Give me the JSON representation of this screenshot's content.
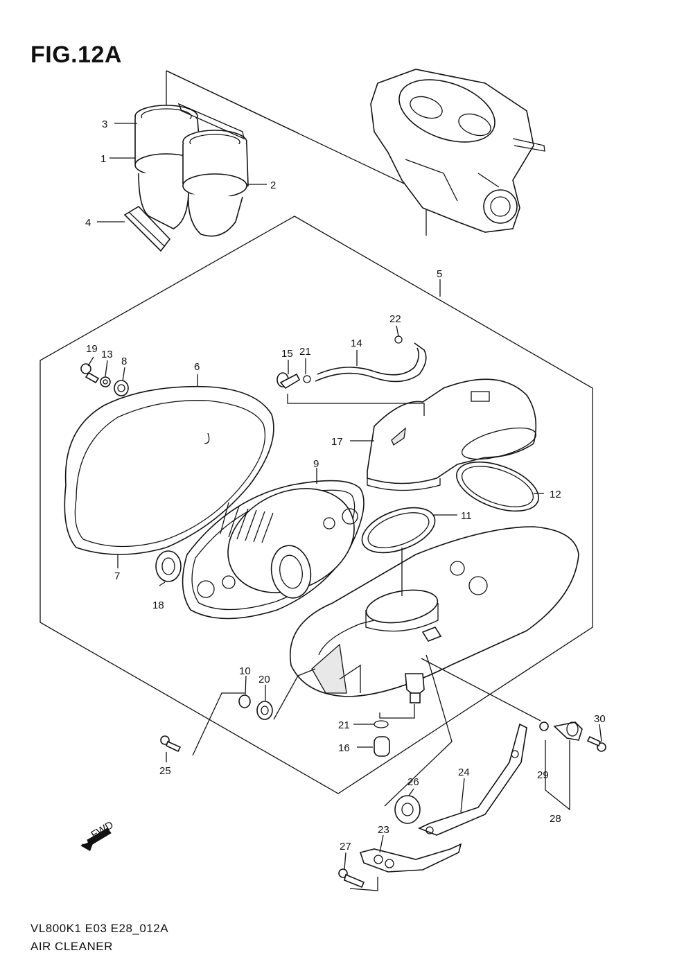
{
  "figure": {
    "title": "FIG.12A",
    "model_code": "VL800K1 E03 E28_012A",
    "section_name": "AIR CLEANER",
    "fwd_label": "FWD"
  },
  "callouts": {
    "c1": "1",
    "c2": "2",
    "c3": "3",
    "c4": "4",
    "c5": "5",
    "c6": "6",
    "c7": "7",
    "c8": "8",
    "c9": "9",
    "c10": "10",
    "c11": "11",
    "c12": "12",
    "c13": "13",
    "c14": "14",
    "c15": "15",
    "c16": "16",
    "c17": "17",
    "c18": "18",
    "c19": "19",
    "c20": "20",
    "c21a": "21",
    "c21b": "21",
    "c22": "22",
    "c23": "23",
    "c24": "24",
    "c25": "25",
    "c26": "26",
    "c27": "27",
    "c28": "28",
    "c29": "29",
    "c30": "30"
  }
}
